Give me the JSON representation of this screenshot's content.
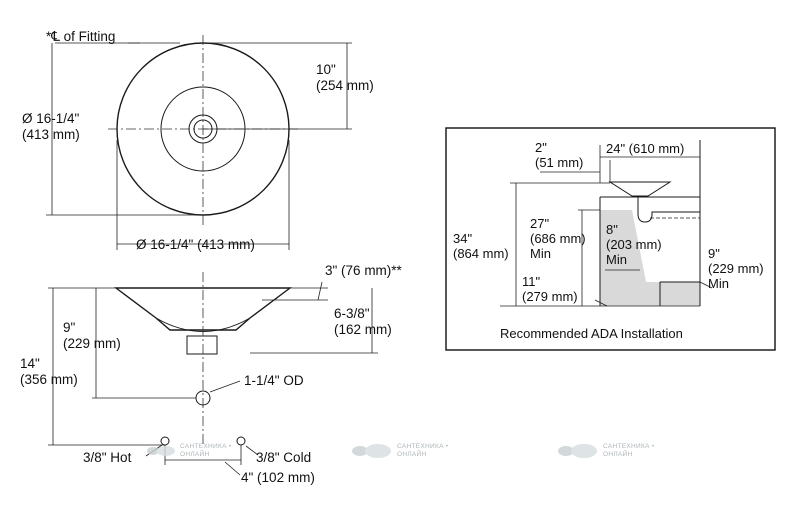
{
  "top_view": {
    "fitting_label": "*℄ of Fitting",
    "height_in": "10\"",
    "height_mm": "(254 mm)",
    "dia_in": "Ø 16-1/4\"",
    "dia_mm": "(413 mm)",
    "width": "Ø 16-1/4\" (413 mm)"
  },
  "side_view": {
    "rim_in": "3\" (76 mm)**",
    "depth_in": "6-3/8\"",
    "depth_mm": "(162 mm)",
    "bowl_in": "9\"",
    "bowl_mm": "(229 mm)",
    "total_in": "14\"",
    "total_mm": "(356 mm)",
    "drain": "1-1/4\" OD",
    "hot": "3/8\" Hot",
    "cold": "3/8\" Cold",
    "spacing": "4\" (102 mm)"
  },
  "ada": {
    "offset_in": "2\"",
    "offset_mm": "(51 mm)",
    "width": "24\" (610 mm)",
    "height_in": "34\"",
    "height_mm": "(864 mm)",
    "knee_in": "27\"",
    "knee_mm": "(686 mm)",
    "knee_min": "Min",
    "depth_in": "8\"",
    "depth_mm": "(203 mm)",
    "depth_min": "Min",
    "toe_in": "9\"",
    "toe_mm": "(229 mm)",
    "toe_min": "Min",
    "toe_height": "11\"",
    "toe_height_mm": "(279 mm)",
    "caption": "Recommended ADA Installation"
  },
  "watermark": {
    "line1": "САНТЕХНИКА •",
    "line2": "ОНЛАЙН"
  }
}
